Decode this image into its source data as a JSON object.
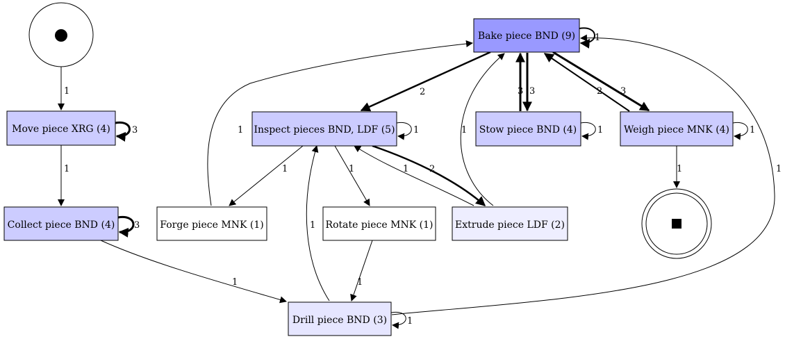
{
  "colors": {
    "node_high": "#9999ff",
    "node_mid": "#ccccff",
    "node_low": "#e6e6ff",
    "node_lowest": "#eeeeff",
    "node_white": "#ffffff",
    "stroke": "#000000"
  },
  "start_icon": "start-circle-icon",
  "end_icon": "end-square-icon",
  "nodes": {
    "bake": "Bake piece BND (9)",
    "move": "Move piece XRG (4)",
    "inspect": "Inspect pieces BND, LDF (5)",
    "stow": "Stow piece BND (4)",
    "weigh": "Weigh piece MNK (4)",
    "collect": "Collect piece BND (4)",
    "forge": "Forge piece MNK (1)",
    "rotate": "Rotate piece MNK (1)",
    "extrude": "Extrude piece LDF (2)",
    "drill": "Drill piece BND (3)"
  },
  "edges": {
    "start_move": "1",
    "move_self": "3",
    "move_collect": "1",
    "collect_self": "3",
    "collect_drill": "1",
    "bake_self": "1",
    "bake_inspect": "2",
    "bake_stow": "3",
    "stow_bake": "3",
    "bake_weigh": "3",
    "weigh_bake": "2",
    "forge_bake": "1",
    "extrude_bake": "1",
    "drill_bake": "1",
    "inspect_self": "1",
    "inspect_forge": "1",
    "inspect_rotate": "1",
    "inspect_extrude": "2",
    "extrude_inspect": "1",
    "rotate_drill": "1",
    "drill_inspect": "1",
    "drill_self": "1",
    "stow_self": "1",
    "weigh_self": "1",
    "weigh_end": "1"
  }
}
